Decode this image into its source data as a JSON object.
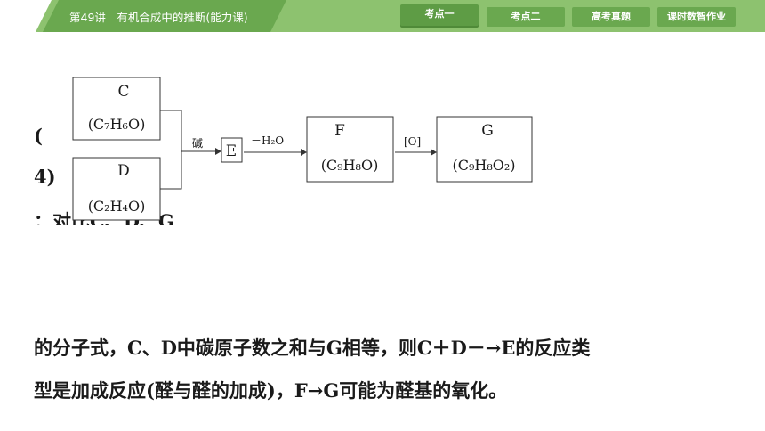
{
  "header": {
    "title": "第49讲　有机合成中的推断(能力课)",
    "tabs": [
      {
        "label": "考点一",
        "active": true
      },
      {
        "label": "考点二",
        "active": false
      },
      {
        "label": "高考真题",
        "active": false
      },
      {
        "label": "课时数智作业",
        "active": false
      }
    ]
  },
  "side_text": {
    "line1": "(",
    "line2": "4)",
    "line3": "：对比C、D、G"
  },
  "diagram": {
    "box_c": {
      "name": "C",
      "formula": "(C₇H₆O)"
    },
    "box_d": {
      "name": "D",
      "formula": "(C₂H₄O)"
    },
    "reagent1": "碱",
    "box_e": "E",
    "reagent2": "－H₂O",
    "box_f": {
      "name": "F",
      "formula": "(C₉H₈O)"
    },
    "reagent3": "[O]",
    "box_g": {
      "name": "G",
      "formula": "(C₉H₈O₂)"
    }
  },
  "body": {
    "line1": "的分子式，C、D中碳原子数之和与G相等，则C＋D－→E的反应类",
    "line2": "型是加成反应(醛与醛的加成)，F→G可能为醛基的氧化。"
  }
}
